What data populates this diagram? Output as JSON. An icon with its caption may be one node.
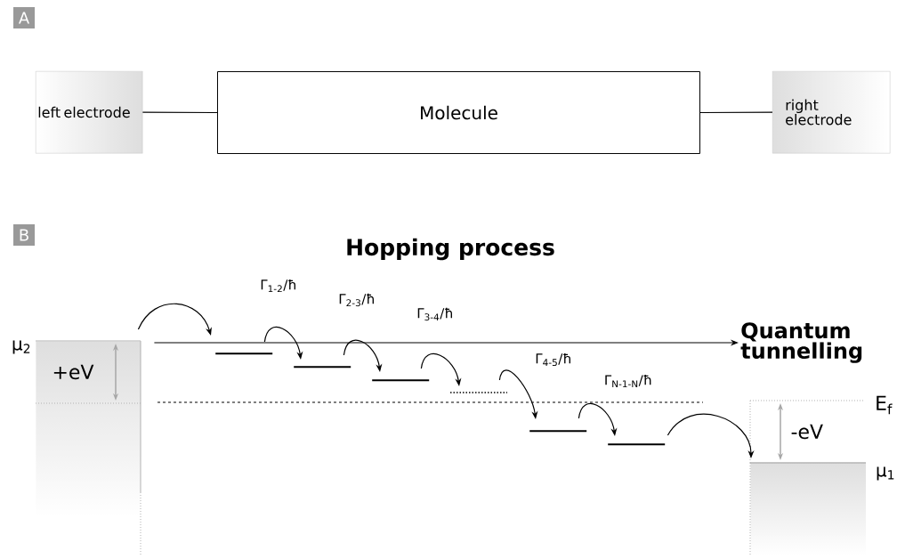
{
  "diagram": {
    "nodes": [
      {
        "text": [
          "left electrode"
        ]
      },
      {
        "text": [
          "Molecule"
        ]
      },
      {
        "text": [
          "right electrode"
        ]
      },
      {
        "text": [],
        "shape": "box",
        "beside": [
          "μ$_{2}$"
        ]
      },
      {
        "text": [],
        "shape": "bar"
      },
      {
        "text": [],
        "shape": "bar"
      },
      {
        "text": [],
        "shape": "bar"
      },
      {
        "text": [],
        "shape": "bar"
      },
      {
        "text": [],
        "shape": "bar"
      },
      {
        "text": [],
        "shape": "bar"
      },
      {
        "text": [],
        "shape": "box",
        "beside": [
          "μ$_{1}$"
        ]
      },
      {
        "text": [
          "Quantum tunnelling"
        ]
      }
    ],
    "edges": [
      {
        "from": 0,
        "to": 1,
        "arrow": "none"
      },
      {
        "from": 1,
        "to": 2,
        "arrow": "none"
      },
      {
        "from": 3,
        "to": 4,
        "arrow": "to"
      },
      {
        "from": 4,
        "to": 5,
        "arrow": "to",
        "label": "Γ$_{1-2}$/ħ"
      },
      {
        "from": 5,
        "to": 6,
        "arrow": "to",
        "label": "Γ$_{2-3}$/ħ"
      },
      {
        "from": 6,
        "to": 7,
        "arrow": "to",
        "label": "Γ$_{3-4}$/ħ"
      },
      {
        "from": 7,
        "to": 8,
        "arrow": "to",
        "label": "Γ$_{4-5}$/ħ"
      },
      {
        "from": 8,
        "to": 9,
        "arrow": "to",
        "label": "Γ$_{N-1-N}$/ħ"
      },
      {
        "from": 9,
        "to": 10,
        "arrow": "to"
      },
      {
        "from": 3,
        "to": 11,
        "arrow": "to"
      }
    ],
    "labels": [
      "A",
      "B",
      "Hopping process",
      "+eV",
      "E$_{f}$",
      "-eV"
    ]
  }
}
